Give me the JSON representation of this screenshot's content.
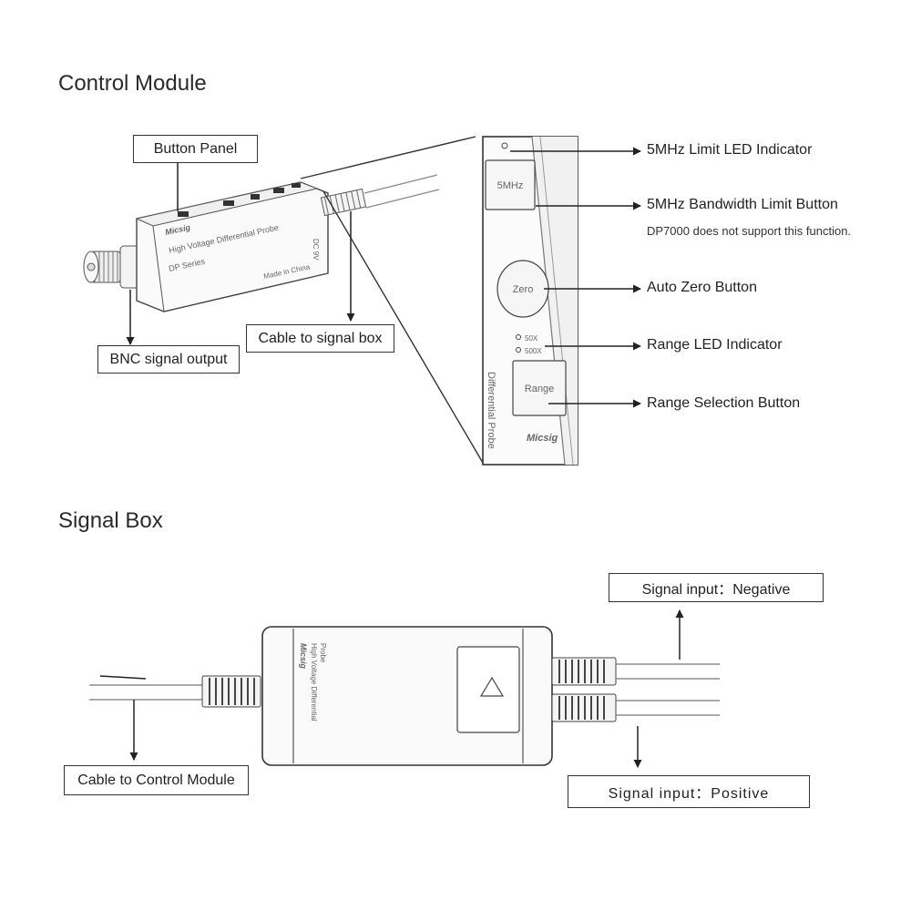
{
  "control_module": {
    "title": "Control Module",
    "button_panel_label": "Button Panel",
    "bnc_label": "BNC signal output",
    "cable_label": "Cable to signal box",
    "device": {
      "brand": "Micsig",
      "name": "High Voltage Differential Probe",
      "series": "DP Series",
      "origin": "Made in China",
      "side_text": "DC 9V"
    },
    "panel": {
      "btn_5mhz": "5MHz",
      "btn_zero": "Zero",
      "led_50x": "50X",
      "led_500x": "500X",
      "btn_range": "Range",
      "side_text": "Differential Probe",
      "brand": "Micsig"
    },
    "callouts": {
      "led_5mhz": "5MHz Limit LED Indicator",
      "btn_5mhz": "5MHz Bandwidth Limit Button",
      "note_5mhz": "DP7000 does not support this function.",
      "auto_zero": "Auto Zero Button",
      "range_led": "Range LED Indicator",
      "range_btn": "Range Selection Button"
    }
  },
  "signal_box": {
    "title": "Signal Box",
    "cable_label": "Cable to Control Module",
    "negative_label": "Signal input：Negative",
    "positive_label": "Signal input：Positive",
    "device": {
      "brand": "Micsig",
      "name": "High Voltage Differential",
      "name2": "Probe"
    }
  }
}
